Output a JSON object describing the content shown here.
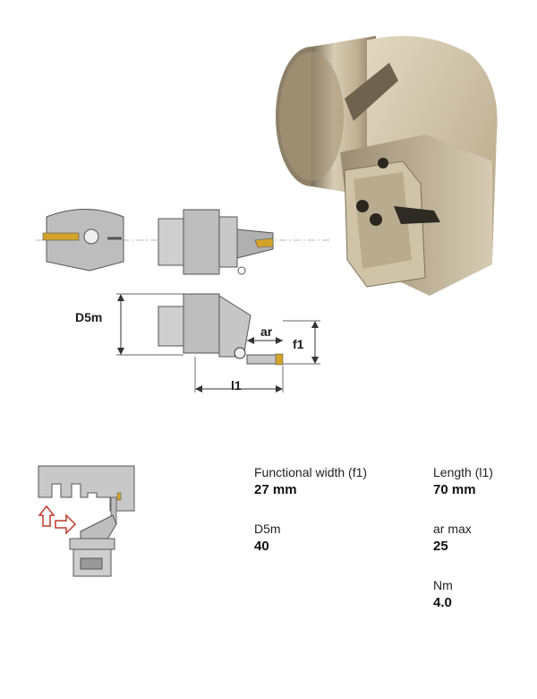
{
  "drawing": {
    "label_d5m": "D5m",
    "label_ar": "ar",
    "label_f1": "f1",
    "label_l1": "l1"
  },
  "specs": [
    {
      "label": "Functional width (f1)",
      "value": "27 mm"
    },
    {
      "label": "Length (l1)",
      "value": "70 mm"
    },
    {
      "label": "D5m",
      "value": "40"
    },
    {
      "label": "ar max",
      "value": "25"
    },
    {
      "label": "Nm",
      "value": "4.0"
    }
  ],
  "colors": {
    "tool_body": "#c8b99a",
    "insert_gold": "#d4a32a",
    "arrow_red": "#c0392b",
    "drawing_gray": "#b8b8b8"
  },
  "icons": [
    "tool-photo",
    "drawing-front-view",
    "drawing-side-view",
    "drawing-top-view",
    "mounting-diagram",
    "push-arrow-icon"
  ]
}
